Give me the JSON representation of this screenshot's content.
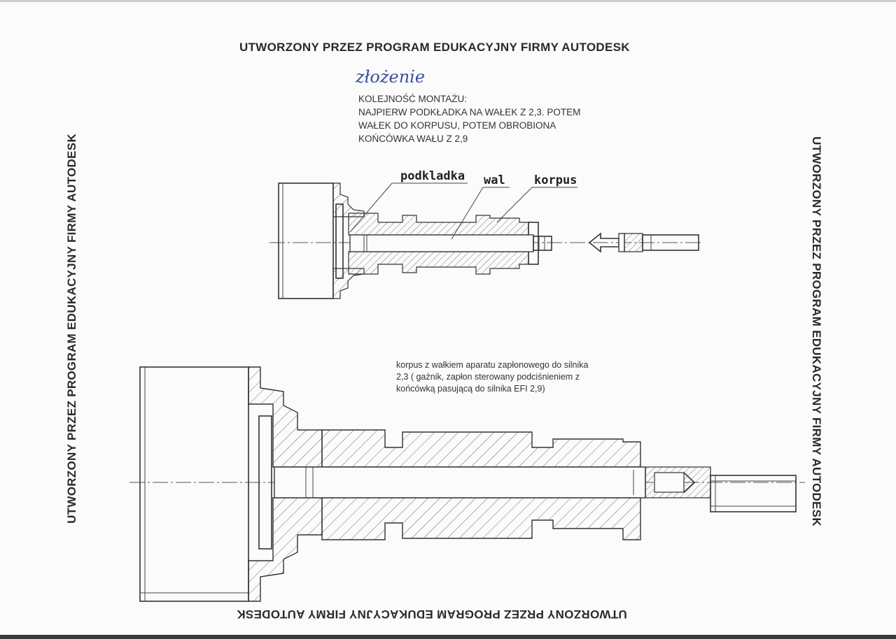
{
  "watermark": {
    "top": "UTWORZONY PRZEZ PROGRAM EDUKACYJNY FIRMY AUTODESK",
    "left": "UTWORZONY PRZEZ PROGRAM EDUKACYJNY FIRMY AUTODESK",
    "right": "UTWORZONY PRZEZ PROGRAM EDUKACYJNY FIRMY AUTODESK",
    "bottom": "UTWORZONY PRZEZ PROGRAM EDUKACYJNY FIRMY AUTODESK"
  },
  "handwritten_note": "złożenie",
  "assembly_note": {
    "lines": [
      "KOLEJNOŚĆ MONTAŻU:",
      "NAJPIERW PODKŁADKA NA WAŁEK Z 2,3. POTEM",
      "WAŁEK DO KORPUSU, POTEM OBROBIONA",
      "KOŃCÓWKA WAŁU Z 2,9"
    ]
  },
  "part_labels": {
    "podkladka": "podkladka",
    "wal": "wal",
    "korpus": "korpus"
  },
  "description_note": {
    "lines": [
      "korpus z wałkiem aparatu zapłonowego do silnika",
      "2,3 ( gaźnik, zapłon sterowany podciśnieniem z",
      "końcówką pasującą do silnika EFI 2,9)"
    ]
  },
  "colors": {
    "ink": "#333333",
    "handwriting": "#3b4e9a",
    "paper": "#fbfbfb"
  }
}
